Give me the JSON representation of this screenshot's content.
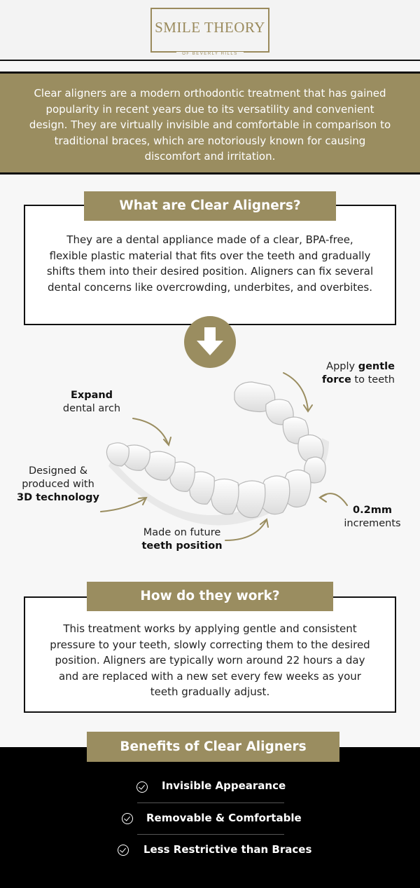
{
  "brand": {
    "name": "SMILE THEORY",
    "tagline": "OF BEVERLY HILLS"
  },
  "intro": "Clear aligners are a modern orthodontic treatment that has gained popularity in recent years due to its versatility and convenient design. They are virtually invisible and comfortable in comparison to traditional braces, which are notoriously known for causing discomfort and irritation.",
  "what": {
    "title": "What are Clear Aligners?",
    "body": "They are a dental appliance made of a clear, BPA-free, flexible plastic material that fits over the teeth and gradually shifts them into their desired position. Aligners can fix several dental concerns like overcrowding, underbites, and overbites."
  },
  "features": {
    "expand_bold": "Expand",
    "expand_rest": "dental arch",
    "gentle_pre": "Apply ",
    "gentle_bold1": "gentle",
    "gentle_bold2": "force",
    "gentle_rest": " to teeth",
    "designed_1": "Designed &",
    "designed_2": "produced with",
    "designed_bold": "3D technology",
    "increments_bold": "0.2mm",
    "increments_rest": "increments",
    "future_1": "Made on future",
    "future_bold": "teeth position"
  },
  "how": {
    "title": "How do they work?",
    "body": "This treatment works by applying gentle and consistent pressure to your teeth, slowly correcting them to the desired position. Aligners are typically worn around 22 hours a day and are replaced with a new set every few weeks as your teeth gradually adjust."
  },
  "benefits": {
    "title": "Benefits of Clear Aligners",
    "items": [
      "Invisible Appearance",
      "Removable & Comfortable",
      "Less Restrictive than Braces"
    ]
  },
  "colors": {
    "accent": "#9a8d60",
    "dark": "#000000",
    "light": "#f7f7f7"
  }
}
